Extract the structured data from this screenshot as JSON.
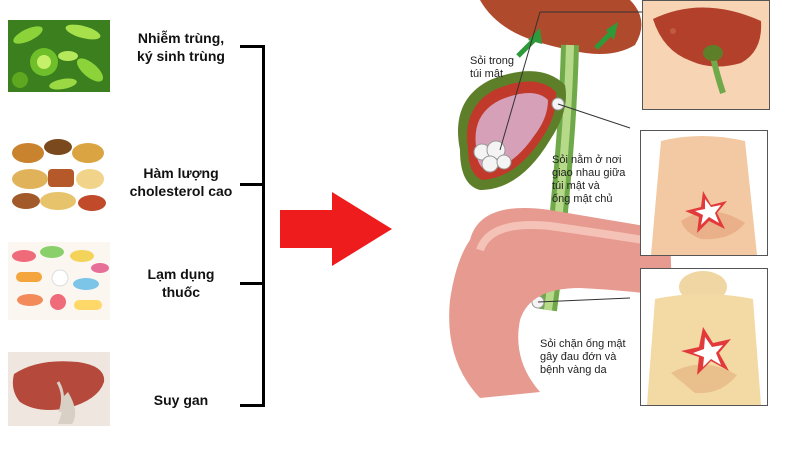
{
  "causes": [
    {
      "label": "Nhiễm trùng,\nký sinh trùng",
      "icon": "bacteria-image"
    },
    {
      "label": "Hàm lượng\ncholesterol cao",
      "icon": "fatty-food-image"
    },
    {
      "label": "Lạm dụng\nthuốc",
      "icon": "pills-image"
    },
    {
      "label": "Suy gan",
      "icon": "liver-image"
    }
  ],
  "arrow_color": "#ee1c1c",
  "callouts": {
    "gallbladder": "Sỏi trong\ntúi mật",
    "junction": "Sỏi nằm ở nơi\ngiao nhau giữa\ntúi mật và\nống mật chủ",
    "duct": "Sỏi chặn ống mật\ngây đau đớn và\nbệnh vàng da"
  }
}
